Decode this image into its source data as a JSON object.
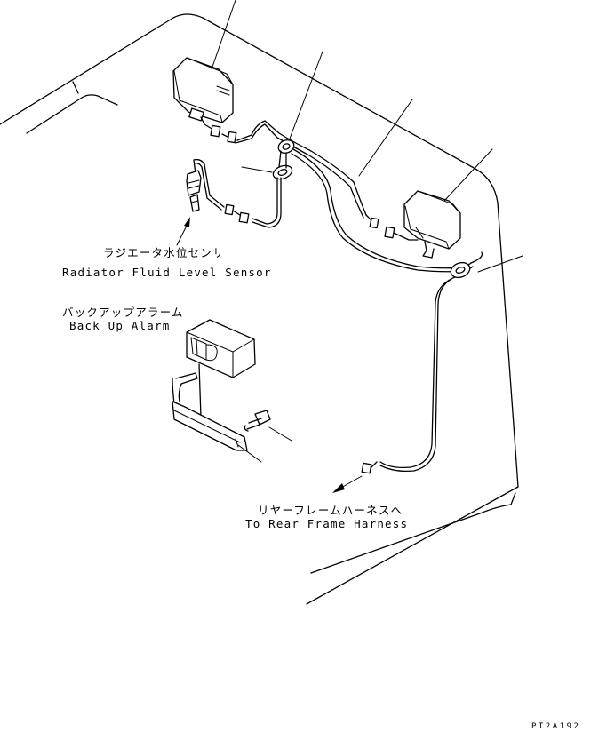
{
  "labels": {
    "radiator_sensor_jp": "ラジエータ水位センサ",
    "radiator_sensor_en": "Radiator Fluid Level Sensor",
    "backup_alarm_jp": "バックアップアラーム",
    "backup_alarm_en": "Back Up Alarm",
    "rear_harness_jp": "リヤーフレームハーネスへ",
    "rear_harness_en": "To Rear Frame Harness",
    "drawing_code": "PT2A192"
  }
}
